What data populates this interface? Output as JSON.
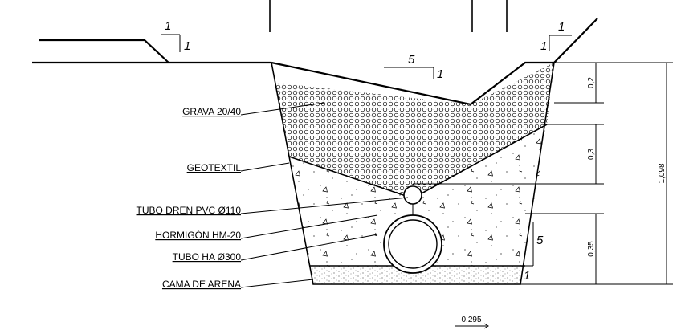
{
  "labels": {
    "grava": "GRAVA 20/40",
    "geotextil": "GEOTEXTIL",
    "tubo_dren": "TUBO DREN PVC Ø110",
    "hormigon": "HORMIGÓN HM-20",
    "tubo_ha": "TUBO HA Ø300",
    "cama": "CAMA DE ARENA"
  },
  "slopes": {
    "left_top": "1",
    "left_side": "1",
    "right_top": "1",
    "right_side": "1",
    "center_top": "5",
    "center_side": "1",
    "wall_top": "5",
    "wall_side": "1"
  },
  "dimensions": {
    "d_02": "0,2",
    "d_03": "0,3",
    "d_035": "0,35",
    "d_total": "1,098",
    "d_width": "0,295"
  },
  "colors": {
    "line": "#000000",
    "background": "#ffffff"
  }
}
